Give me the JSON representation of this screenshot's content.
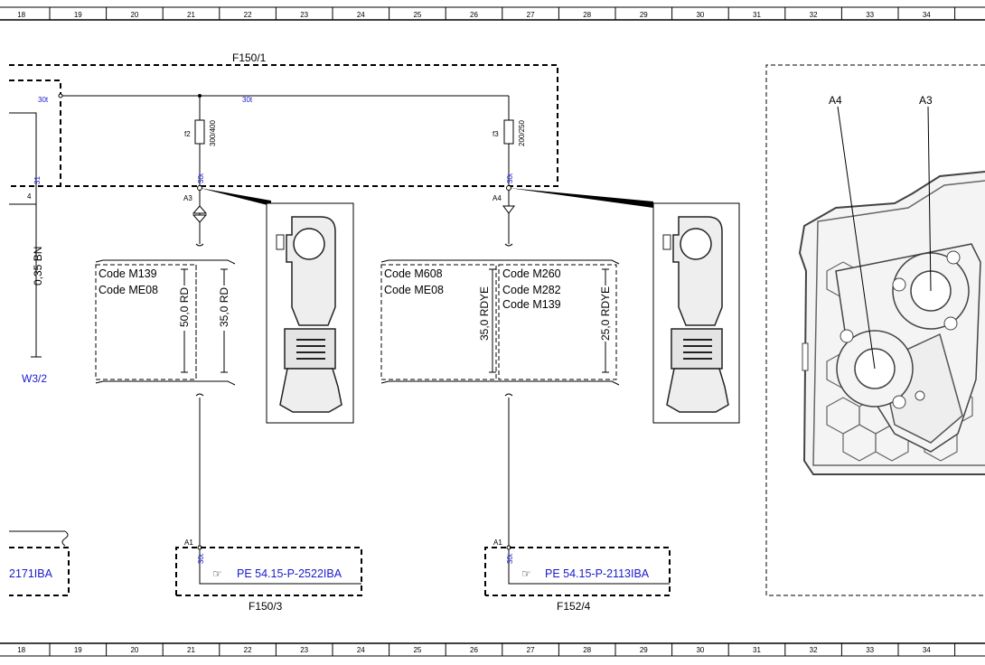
{
  "ruler": {
    "numbers": [
      "18",
      "19",
      "20",
      "21",
      "22",
      "23",
      "24",
      "25",
      "26",
      "27",
      "28",
      "29",
      "30",
      "31",
      "32",
      "33",
      "34"
    ]
  },
  "boxes": {
    "top": "F150/1",
    "bottom_left": "F150/3",
    "bottom_right": "F152/4"
  },
  "wires": {
    "terminal_30t": "30t",
    "terminal_31": "31",
    "left_pin": "4",
    "left_wire": "0,35 BN",
    "left_dest": "W3/2",
    "wire_50rd": "50,0 RD",
    "wire_35rd": "35,0 RD",
    "wire_35rdye": "35,0 RDYE",
    "wire_25rdye": "25,0 RDYE"
  },
  "fuses": {
    "f2_name": "f2",
    "f2_rating": "300/400",
    "f3_name": "f3",
    "f3_rating": "200/250"
  },
  "connectors": {
    "a3": "A3",
    "a4": "A4",
    "a1": "A1"
  },
  "codes": {
    "left": [
      "Code M139",
      "Code ME08"
    ],
    "mid": [
      "Code M608",
      "Code ME08"
    ],
    "right": [
      "Code M260",
      "Code M282",
      "Code M139"
    ]
  },
  "links": {
    "left_partial": "2171IBA",
    "ref1": "PE 54.15-P-2522IBA",
    "ref2": "PE 54.15-P-2113IBA"
  },
  "location": {
    "a4": "A4",
    "a3": "A3"
  },
  "icons": {
    "reference": "pointing-hand-icon"
  }
}
